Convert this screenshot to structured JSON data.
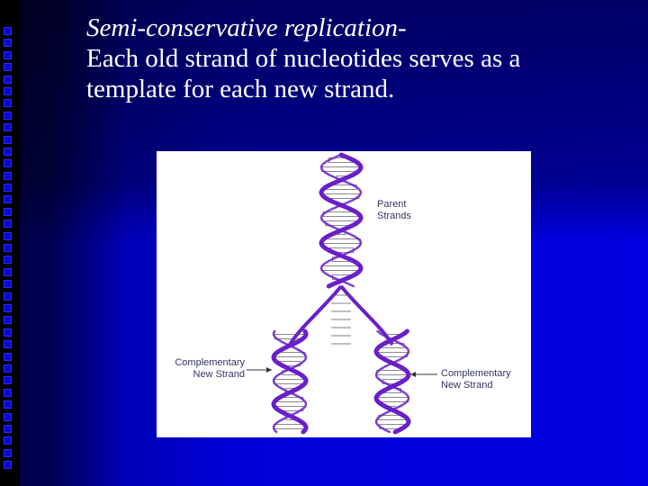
{
  "slide": {
    "title_italic": "Semi-conservative replication-",
    "title_line2": "Each old strand of nucleotides serves as a",
    "title_line3": "template for each new strand."
  },
  "figure": {
    "parent_label_1": "Parent",
    "parent_label_2": "Strands",
    "left_label_1": "Complementary",
    "left_label_2": "New Strand",
    "right_label_1": "Complementary",
    "right_label_2": "New Strand",
    "colors": {
      "strand": "#6a1fc8",
      "label": "#333366",
      "rung": "#555566"
    }
  }
}
